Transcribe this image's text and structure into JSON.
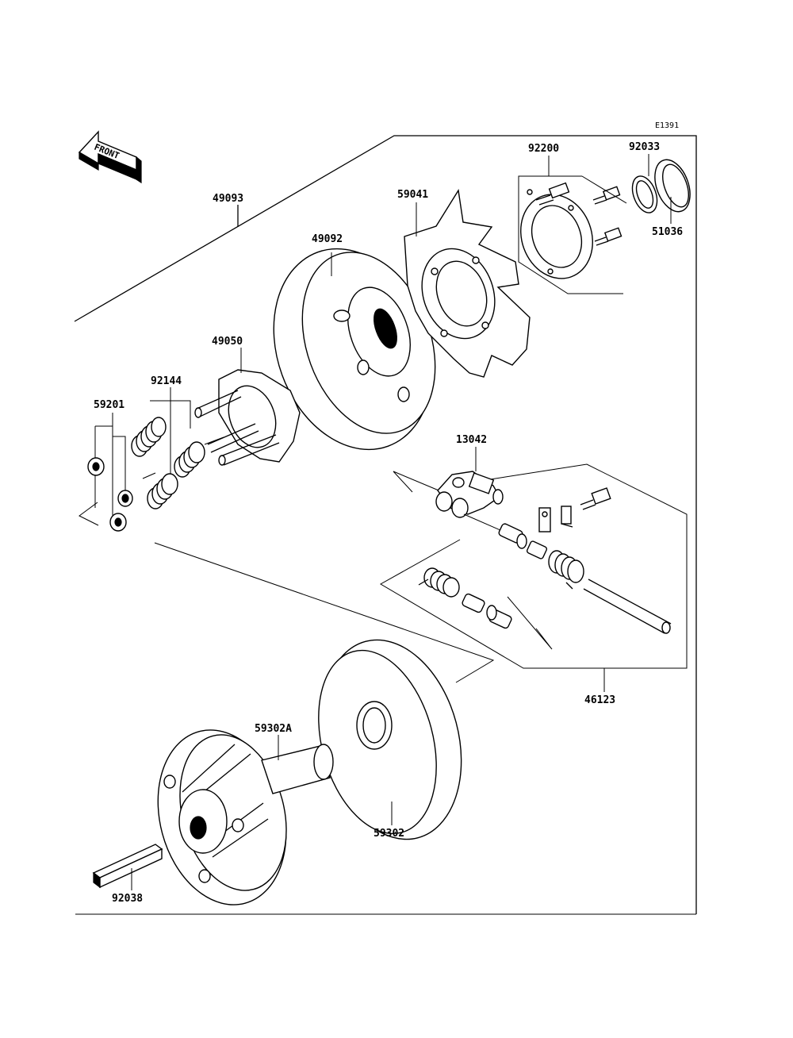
{
  "diagram_code": "E1391",
  "front_label": "FRONT",
  "parts": {
    "p49093": "49093",
    "p49092": "49092",
    "p59041": "59041",
    "p92200": "92200",
    "p92033": "92033",
    "p51036": "51036",
    "p49050": "49050",
    "p92144": "92144",
    "p59201": "59201",
    "p13042": "13042",
    "p46123": "46123",
    "p59302A": "59302A",
    "p59302": "59302",
    "p92038": "92038"
  }
}
